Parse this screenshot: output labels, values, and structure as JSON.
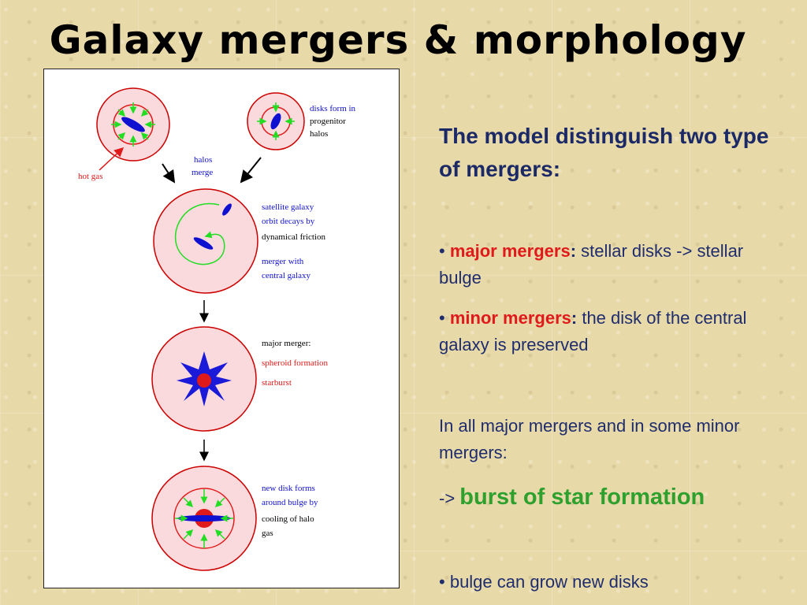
{
  "title": "Galaxy mergers & morphology",
  "figure": {
    "disks_form_1": "disks form in",
    "disks_form_2": "progenitor",
    "disks_form_3": "halos",
    "hot_gas": "hot gas",
    "halos_merge_1": "halos",
    "halos_merge_2": "merge",
    "satellite_1": "satellite galaxy",
    "satellite_2": "orbit decays  by",
    "satellite_3": "dynamical friction",
    "merger_with_1": "merger with",
    "merger_with_2": "central galaxy",
    "major_merger": "major merger:",
    "spheroid": "spheroid formation",
    "starburst": "starburst",
    "new_disk_1": "new disk forms",
    "new_disk_2": "around bulge by",
    "new_disk_3": "cooling of halo",
    "new_disk_4": "gas"
  },
  "text": {
    "heading": "The model distinguish two type of mergers:",
    "bullet": "•",
    "major_label": "major mergers",
    "colon": ":",
    "major_rest": " stellar disks -> stellar bulge",
    "minor_label": "minor mergers",
    "minor_rest": " the disk of the central galaxy is preserved",
    "para": "In all major mergers and in some minor mergers:",
    "arrow": "-> ",
    "burst": "burst of star formation",
    "last": "bulge can grow new disks"
  },
  "colors": {
    "heading": "#1b2a66",
    "body_text": "#1f2d6e",
    "highlight_red": "#e01a1a",
    "highlight_green": "#2ea02e",
    "halo_fill": "#fadadd",
    "disk_blue": "#1010d0",
    "arrow_green": "#22dd22"
  }
}
